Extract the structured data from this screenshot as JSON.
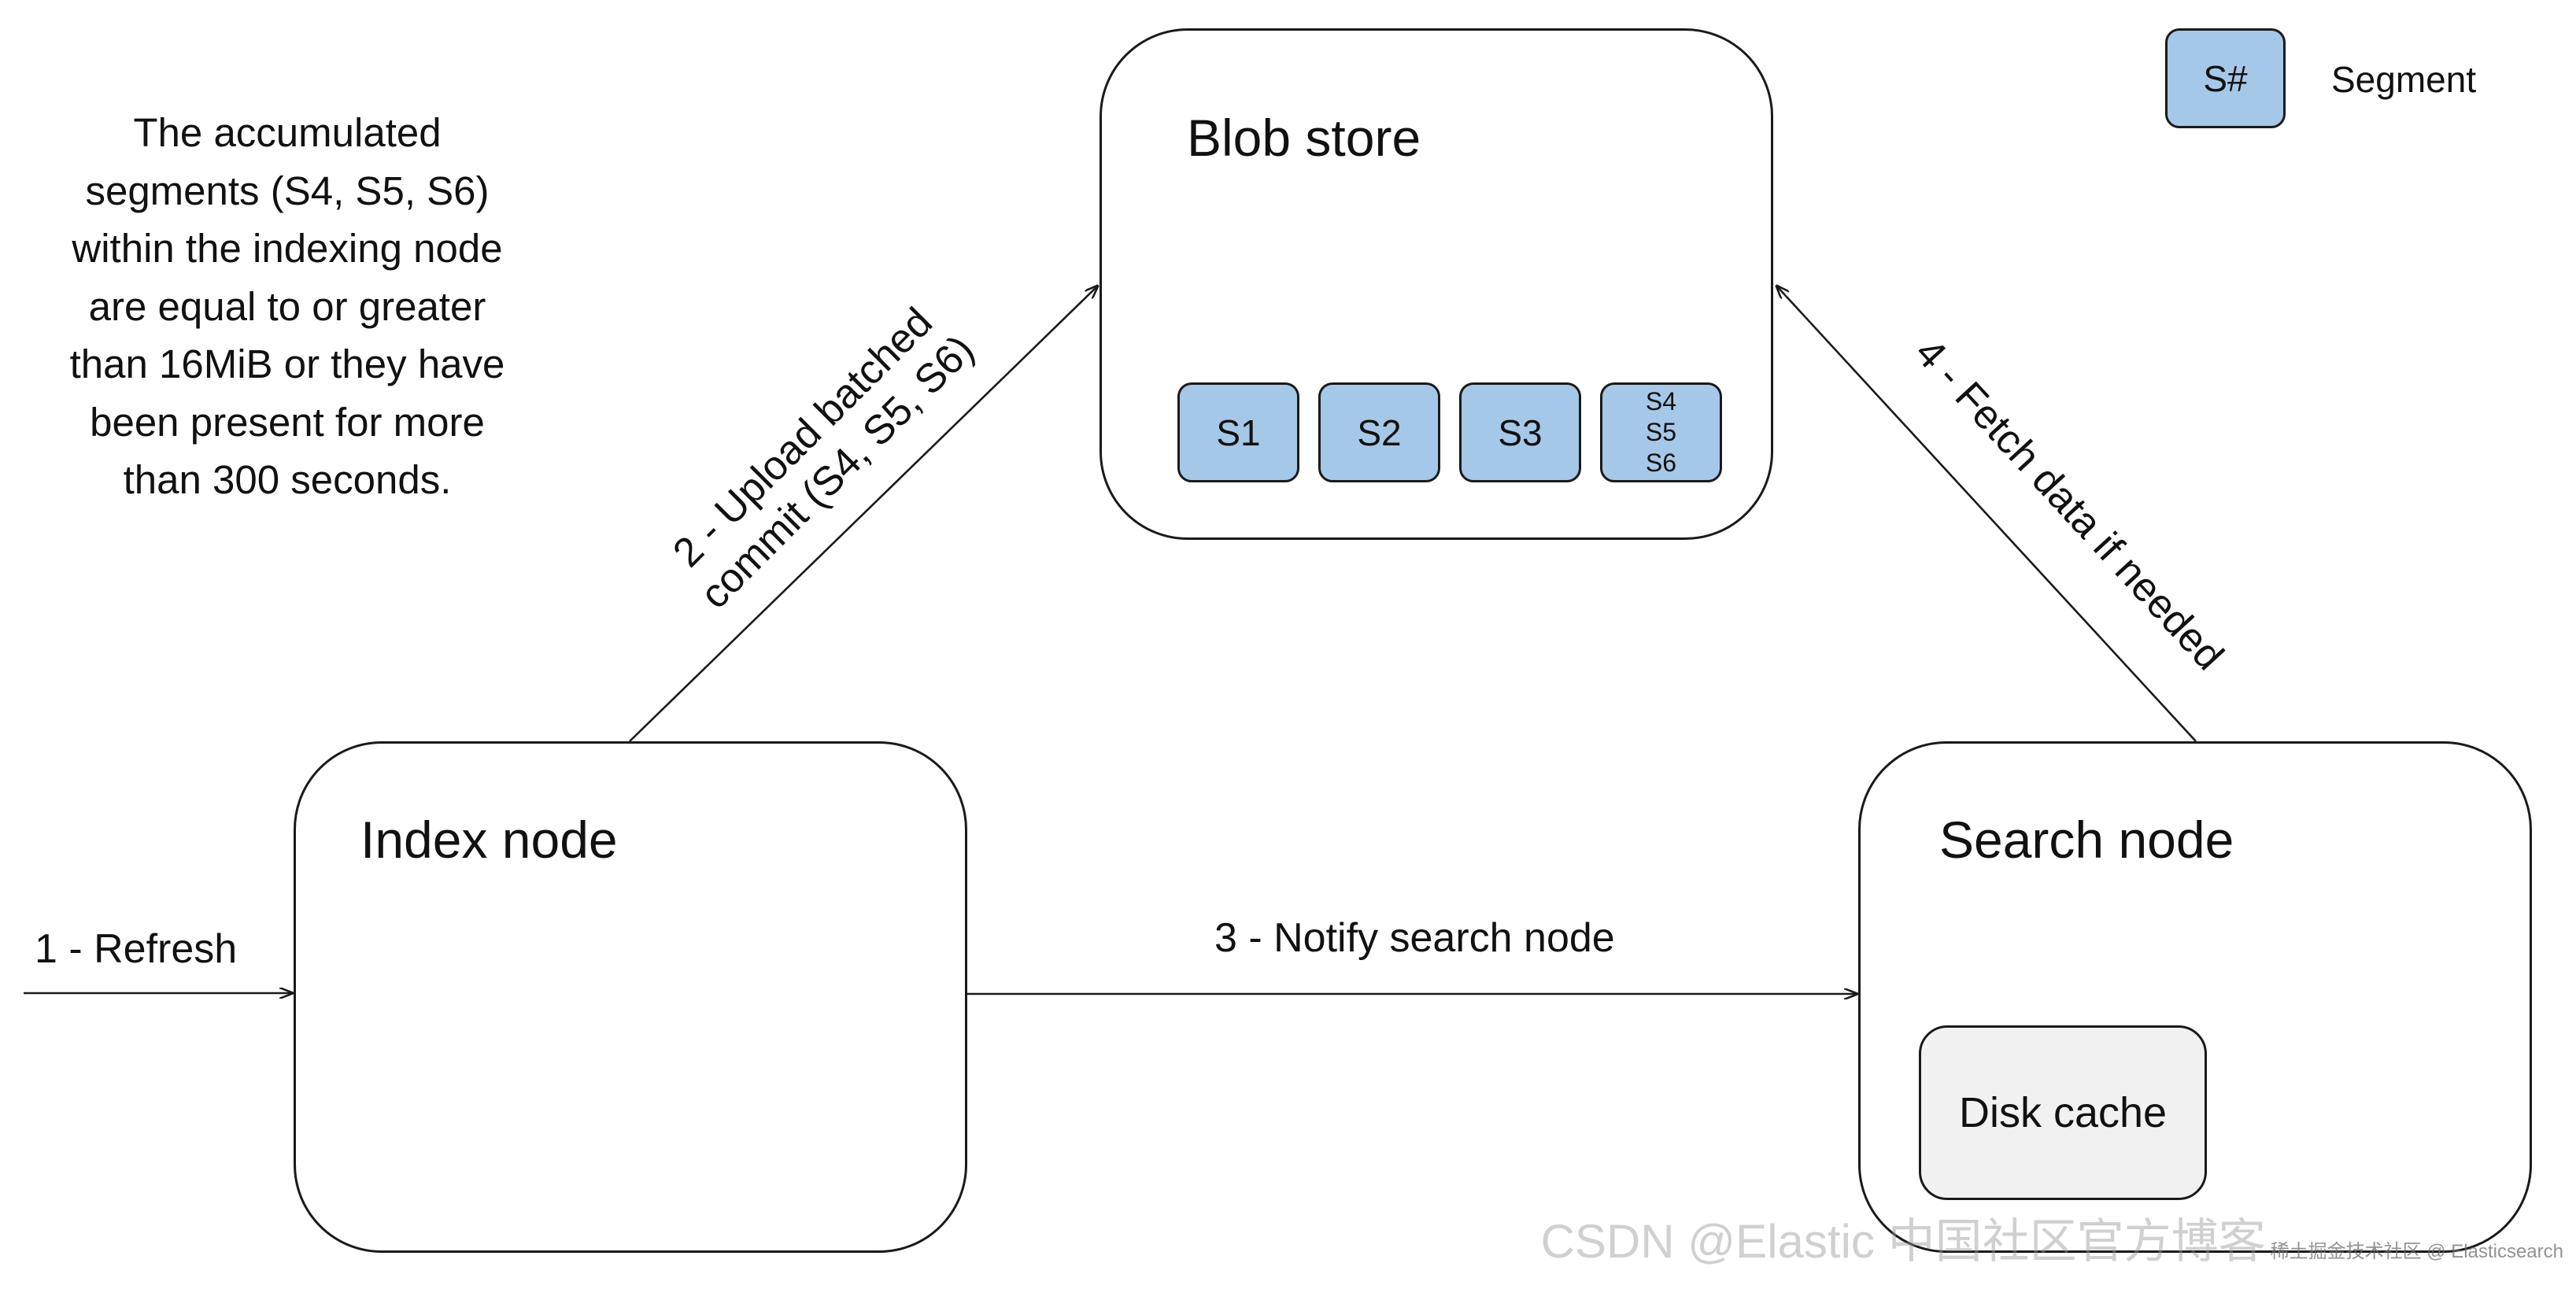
{
  "note": {
    "lines": [
      "The accumulated",
      "segments (S4, S5, S6)",
      "within the indexing node",
      "are equal to or greater",
      "than 16MiB or they have",
      "been present for more",
      "than 300 seconds."
    ]
  },
  "blob_store": {
    "title": "Blob store",
    "segments": [
      "S1",
      "S2",
      "S3"
    ],
    "batched_segment": [
      "S4",
      "S5",
      "S6"
    ]
  },
  "index_node": {
    "title": "Index node"
  },
  "search_node": {
    "title": "Search node",
    "disk_cache": "Disk cache"
  },
  "legend": {
    "symbol": "S#",
    "label": "Segment",
    "fill_color": "#a6c8e8"
  },
  "steps": {
    "refresh": "1 - Refresh",
    "upload_line1": "2 - Upload batched",
    "upload_line2": "commit (S4, S5, S6)",
    "notify": "3 - Notify search node",
    "fetch": "4 - Fetch data if needed"
  },
  "watermark": {
    "main": "CSDN @Elastic 中国社区官方博客",
    "sub": "稀土掘金技术社区 @ Elasticsearch"
  }
}
